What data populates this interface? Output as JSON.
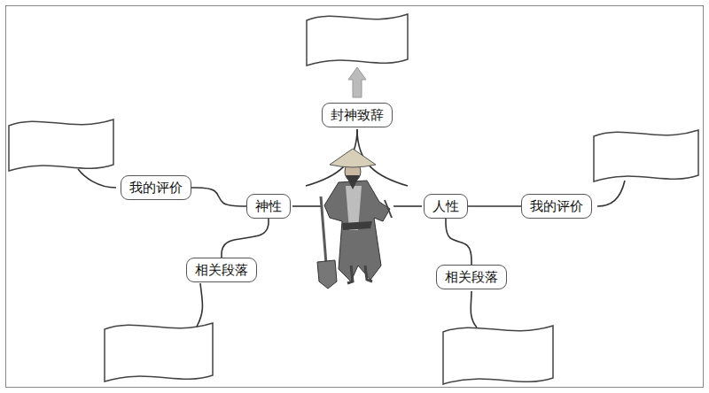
{
  "diagram": {
    "nodes": [
      {
        "text": [
          "封神致辞"
        ]
      },
      {
        "text": [
          "我的评价"
        ]
      },
      {
        "text": [
          "神性"
        ]
      },
      {
        "text": [
          "人性"
        ]
      },
      {
        "text": [
          "我的评价"
        ]
      },
      {
        "text": [
          "相关段落"
        ]
      },
      {
        "text": [
          "相关段落"
        ]
      }
    ],
    "edges": [
      {
        "from": 2,
        "to": 1,
        "arrow": "none"
      },
      {
        "from": 2,
        "to": 5,
        "arrow": "none"
      },
      {
        "from": 3,
        "to": 4,
        "arrow": "none"
      },
      {
        "from": 3,
        "to": 6,
        "arrow": "none"
      }
    ]
  }
}
